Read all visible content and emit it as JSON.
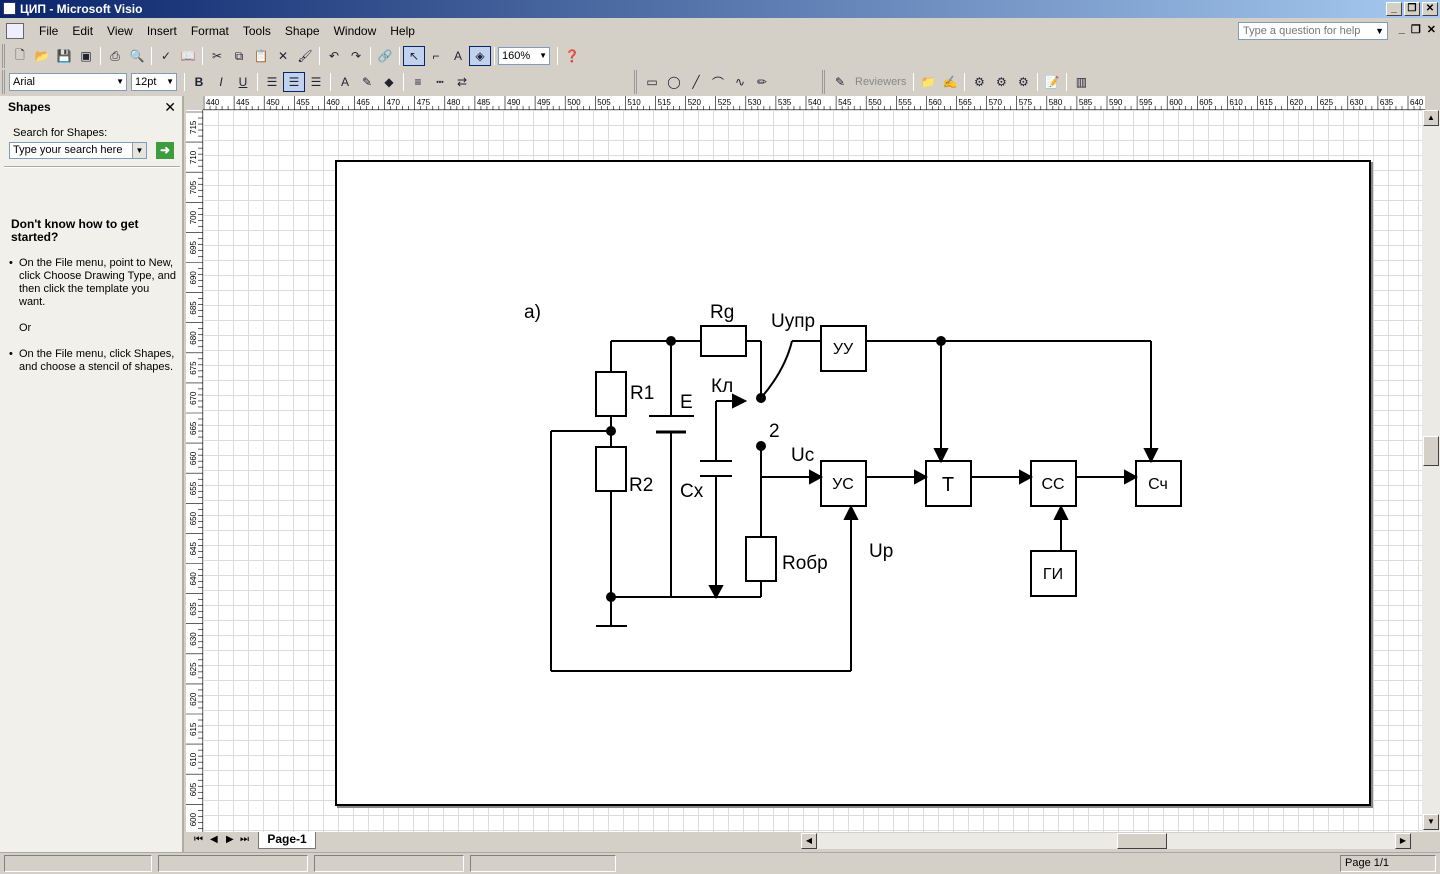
{
  "window": {
    "title": "ЦИП - Microsoft Visio"
  },
  "menu": {
    "items": [
      "File",
      "Edit",
      "View",
      "Insert",
      "Format",
      "Tools",
      "Shape",
      "Window",
      "Help"
    ],
    "help_placeholder": "Type a question for help"
  },
  "toolbar": {
    "zoom": "160%",
    "font": "Arial",
    "font_size": "12pt",
    "reviewers": "Reviewers"
  },
  "shapes_pane": {
    "title": "Shapes",
    "search_label": "Search for Shapes:",
    "search_placeholder": "Type your search here",
    "help_title": "Don't know how to get started?",
    "help_item1": "On the File menu, point to New, click Choose Drawing Type, and then click the template you want.",
    "or_text": "Or",
    "help_item2": "On the File menu, click Shapes, and choose a stencil of shapes."
  },
  "rulers": {
    "h_labels": [
      "440",
      "445",
      "450",
      "455",
      "460",
      "465",
      "470",
      "475",
      "480",
      "485",
      "490",
      "495",
      "500",
      "505",
      "510",
      "515",
      "520",
      "525",
      "530",
      "535",
      "540",
      "545",
      "550",
      "555",
      "560",
      "565",
      "570",
      "575",
      "580",
      "585",
      "590",
      "595",
      "600",
      "605",
      "610",
      "615",
      "620",
      "625",
      "630",
      "635",
      "640"
    ],
    "v_labels": [
      "715",
      "710",
      "705",
      "700",
      "695",
      "690",
      "685",
      "680",
      "675",
      "670",
      "665",
      "660",
      "655",
      "650",
      "645",
      "640",
      "635",
      "630",
      "625",
      "620",
      "615",
      "610",
      "605",
      "600"
    ]
  },
  "diagram": {
    "label_a": "а)",
    "rg": "Rg",
    "uupr": "Uупр",
    "r1": "R1",
    "e": "E",
    "kl": "Кл",
    "num2": "2",
    "r2": "R2",
    "cx": "Cx",
    "uc": "Uc",
    "up": "Up",
    "robr": "Rобр",
    "block_uu": "УУ",
    "block_us": "УС",
    "block_t": "Т",
    "block_ss": "СС",
    "block_sch": "Сч",
    "block_gi": "ГИ"
  },
  "tabs": {
    "page1": "Page-1"
  },
  "status": {
    "page": "Page 1/1"
  }
}
